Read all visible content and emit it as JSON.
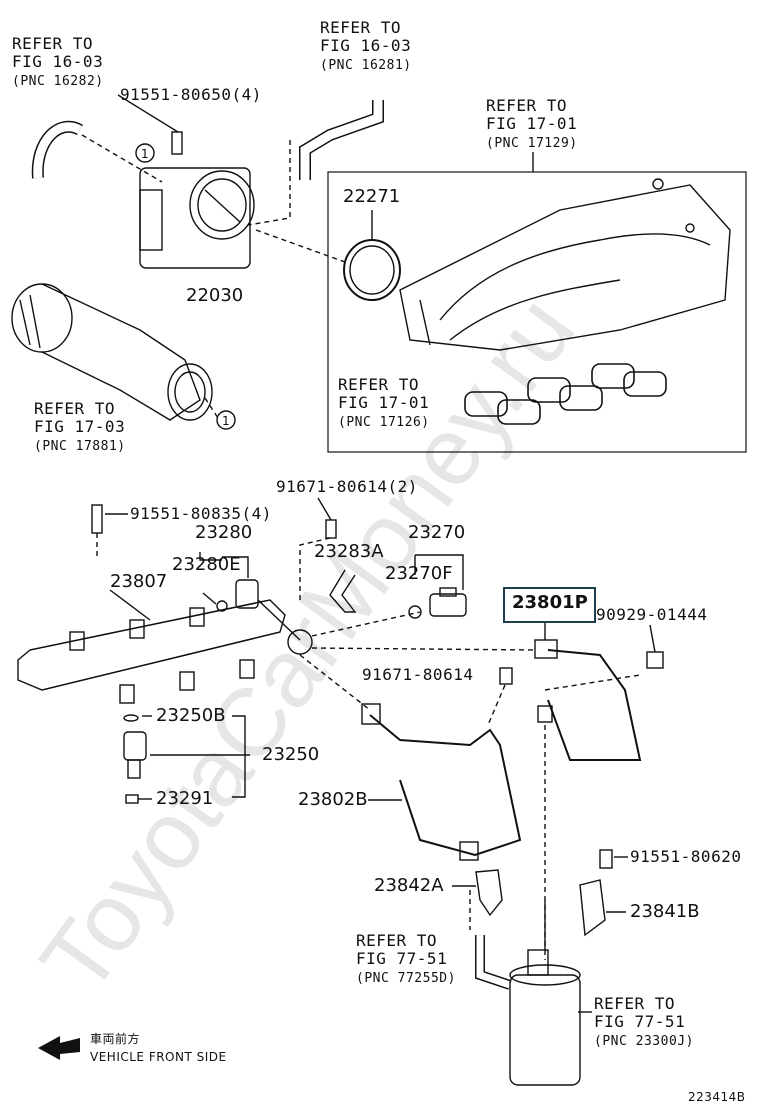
{
  "refs": [
    {
      "id": "r1603a",
      "l1": "REFER TO",
      "l2": "FIG 16-03",
      "pnc": "(PNC 16282)"
    },
    {
      "id": "r1603b",
      "l1": "REFER TO",
      "l2": "FIG 16-03",
      "pnc": "(PNC 16281)"
    },
    {
      "id": "r1701a",
      "l1": "REFER TO",
      "l2": "FIG 17-01",
      "pnc": "(PNC 17129)"
    },
    {
      "id": "r1701b",
      "l1": "REFER TO",
      "l2": "FIG 17-01",
      "pnc": "(PNC 17126)"
    },
    {
      "id": "r1703",
      "l1": "REFER TO",
      "l2": "FIG 17-03",
      "pnc": "(PNC 17881)"
    },
    {
      "id": "r7751a",
      "l1": "REFER TO",
      "l2": "FIG 77-51",
      "pnc": "(PNC 77255D)"
    },
    {
      "id": "r7751b",
      "l1": "REFER TO",
      "l2": "FIG 77-51",
      "pnc": "(PNC 23300J)"
    }
  ],
  "parts": {
    "p91551_80650": "91551-80650(4)",
    "p22271": "22271",
    "p22030": "22030",
    "p91671_80614_2": "91671-80614(2)",
    "p91551_80835": "91551-80835(4)",
    "p23280": "23280",
    "p23270": "23270",
    "p23283A": "23283A",
    "p23280E": "23280E",
    "p23270F": "23270F",
    "p23807": "23807",
    "p23801P": "23801P",
    "p90929_01444": "90929-01444",
    "p91671_80614": "91671-80614",
    "p23250B": "23250B",
    "p23250": "23250",
    "p23291": "23291",
    "p23802B": "23802B",
    "p91551_80620": "91551-80620",
    "p23842A": "23842A",
    "p23841B": "23841B"
  },
  "markers": {
    "circle1": "1"
  },
  "direction": {
    "jp": "車両前方",
    "en": "VEHICLE FRONT SIDE"
  },
  "figure_id": "223414B",
  "watermark": "ToyotaCarMoney.ru",
  "colors": {
    "highlight_border": "#1e3d4d",
    "line": "#111111",
    "watermark": "#e6e6e6"
  }
}
